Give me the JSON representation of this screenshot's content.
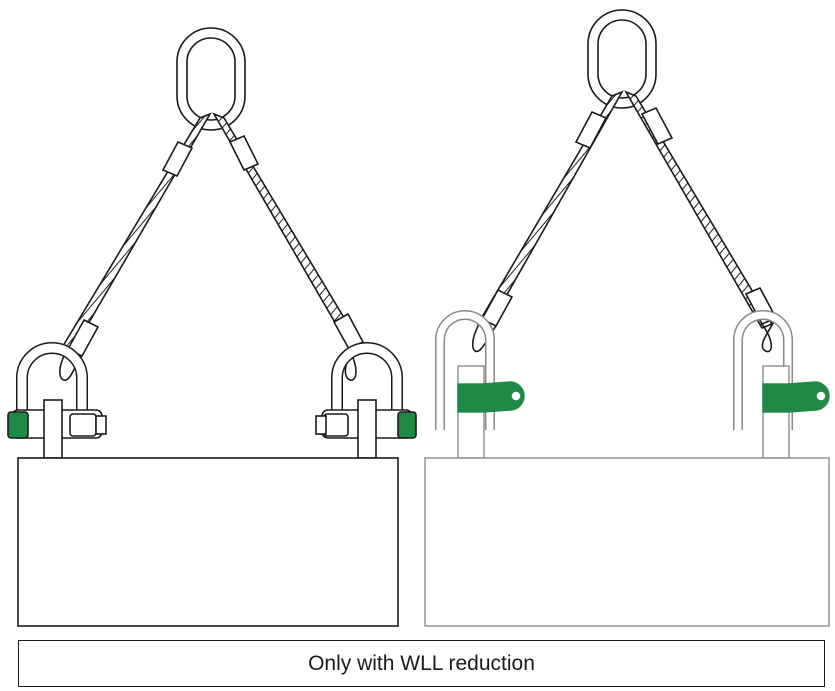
{
  "caption": "Only with WLL reduction",
  "colors": {
    "shackle_pin": "#1e8a46",
    "outline_dark": "#1a1a1a",
    "outline_light": "#8a8a8a",
    "background": "#ffffff"
  },
  "illustrations": [
    {
      "name": "left-rigging",
      "shackle_orientation": "bow-facing-sling"
    },
    {
      "name": "right-rigging",
      "shackle_orientation": "pin-facing-sling"
    }
  ]
}
